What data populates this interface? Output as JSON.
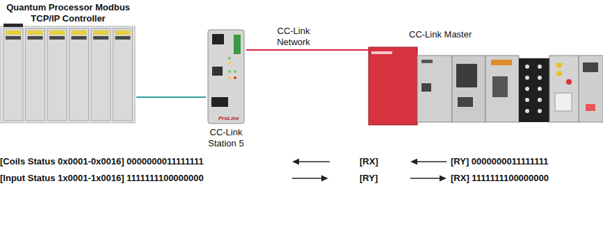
{
  "diagram": {
    "nodes": [
      {
        "text": [
          "Quantum Processor Modbus TCP/IP Controller"
        ]
      },
      {
        "text": [
          "CC-Link Station 5"
        ]
      },
      {
        "text": [
          "CC-Link Master"
        ]
      }
    ],
    "edges": [
      {
        "from": 0,
        "to": 1,
        "arrow": "none"
      },
      {
        "from": 1,
        "to": 2,
        "label": "CC-Link Network",
        "arrow": "none"
      }
    ],
    "labels": [
      "ProLinx",
      "[Coils Status 0x0001-0x0016] 0000000011111111",
      "[RX]",
      "[RY] 0000000011111111",
      "[Input Status 1x0001-1x0016] 1111111100000000",
      "[RY]",
      "[RX] 1111111100000000"
    ]
  }
}
